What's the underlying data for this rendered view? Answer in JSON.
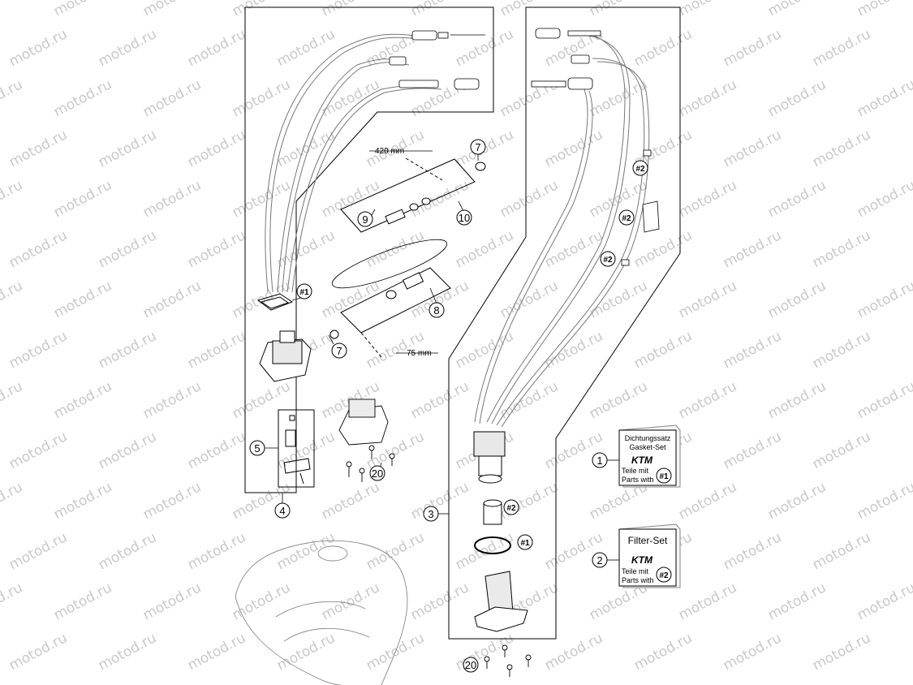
{
  "watermark": {
    "text": "motod.ru",
    "color": "#c9c9c9"
  },
  "dimensions": {
    "hose_long": "420 mm",
    "hose_short": "75 mm"
  },
  "callouts": {
    "c1": "1",
    "c2": "2",
    "c3": "3",
    "c4": "4",
    "c5": "5",
    "c7a": "7",
    "c7b": "7",
    "c8": "8",
    "c9": "9",
    "c10": "10",
    "c20a": "20",
    "c20b": "20"
  },
  "refs": {
    "r1a": "#1",
    "r1b": "#1",
    "r2a": "#2",
    "r2b": "#2",
    "r2c": "#2",
    "r2d": "#2"
  },
  "kits": [
    {
      "title_line1": "Dichtungssatz",
      "title_line2": "Gasket-Set",
      "brand": "KTM",
      "parts_line1": "Teile mit",
      "parts_line2": "Parts with",
      "ref": "#1"
    },
    {
      "title_line1": "Filter-Set",
      "brand": "KTM",
      "parts_line1": "Teile mit",
      "parts_line2": "Parts with",
      "ref": "#2"
    }
  ]
}
